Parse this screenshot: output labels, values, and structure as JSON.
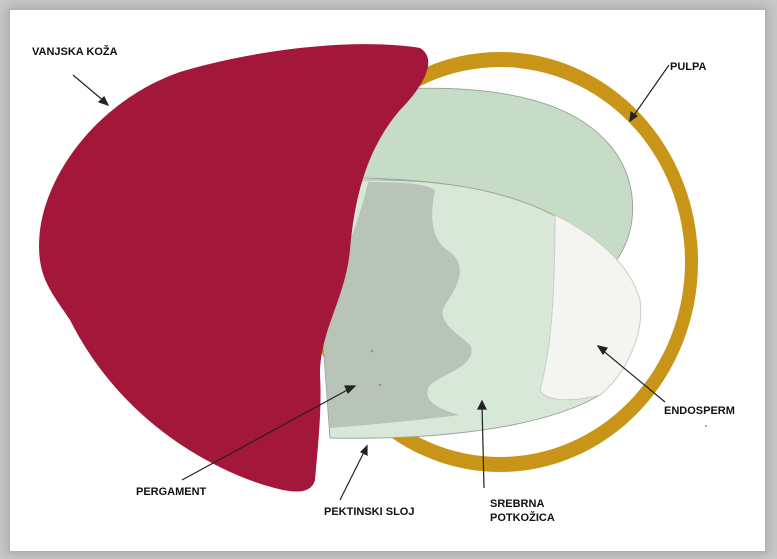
{
  "labels": {
    "outer_skin": "VANJSKA KOŽA",
    "pulp": "PULPA",
    "endosperm": "ENDOSPERM",
    "parchment": "PERGAMENT",
    "pectin_layer": "PEKTINSKI SLOJ",
    "silver_skin_line1": "SREBRNA",
    "silver_skin_line2": "POTKOŽICA"
  },
  "colors": {
    "outer_skin": "#a3173b",
    "pulp": "#c99518",
    "parchment_top": "#c7dcc7",
    "silver_skin": "#d8e8d8",
    "endosperm": "#f4f4f0",
    "bean_core": "#b9c4b8"
  }
}
